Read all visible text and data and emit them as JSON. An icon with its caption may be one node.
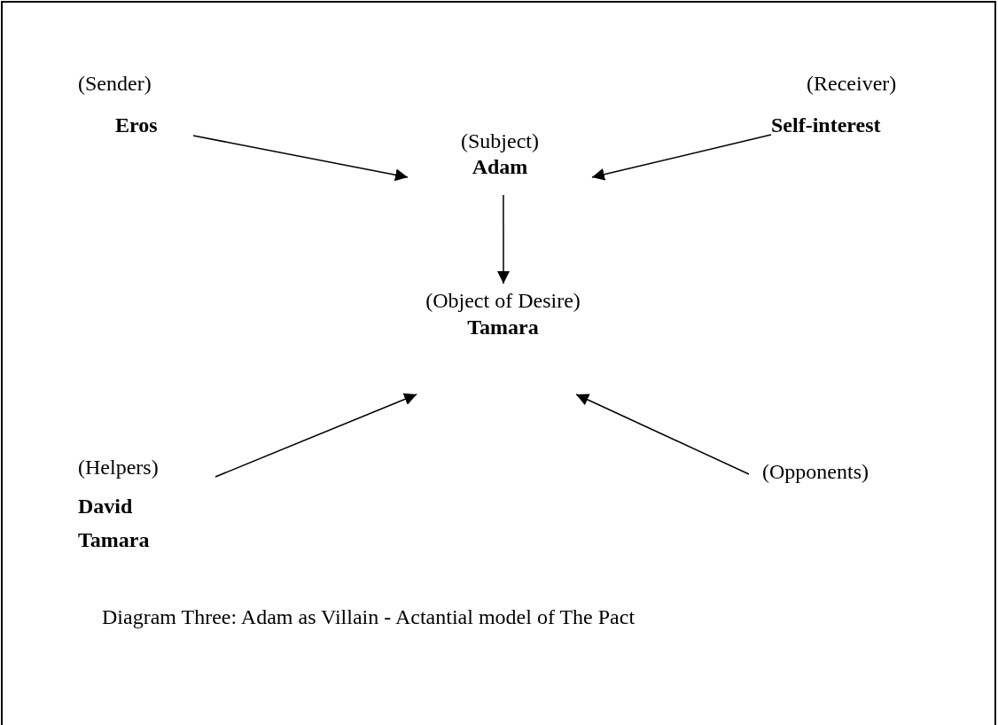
{
  "diagram": {
    "caption": "Diagram Three: Adam as Villain - Actantial model of The Pact",
    "nodes": [
      {
        "text": [
          "(Sender)",
          "Eros"
        ]
      },
      {
        "text": [
          "(Receiver)",
          "Self-interest"
        ]
      },
      {
        "text": [
          "(Subject)",
          "Adam"
        ]
      },
      {
        "text": [
          "(Object of Desire)",
          "Tamara"
        ]
      },
      {
        "text": [
          "(Helpers)",
          "David",
          "Tamara"
        ]
      },
      {
        "text": [
          "(Opponents)"
        ]
      }
    ],
    "edges": [
      {
        "from": 0,
        "to": 2,
        "arrow": "to"
      },
      {
        "from": 1,
        "to": 2,
        "arrow": "to"
      },
      {
        "from": 2,
        "to": 3,
        "arrow": "to"
      },
      {
        "from": 4,
        "to": 3,
        "arrow": "to"
      },
      {
        "from": 5,
        "to": 3,
        "arrow": "to"
      }
    ]
  }
}
